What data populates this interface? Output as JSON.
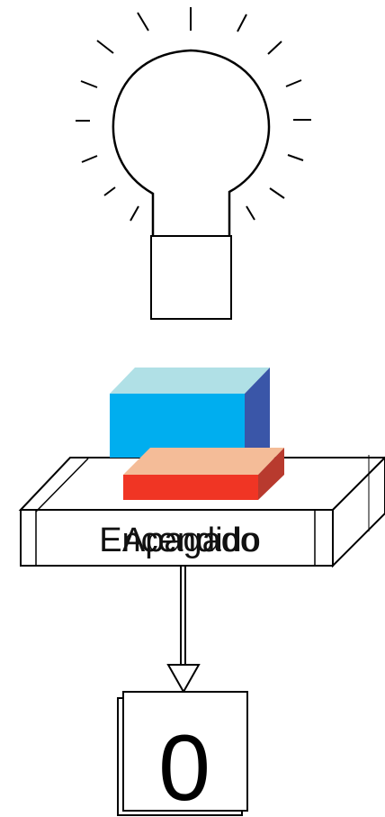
{
  "lamp": {
    "state": "off"
  },
  "switch": {
    "labels": [
      "Encendido",
      "Apagado"
    ]
  },
  "output": {
    "value": "0"
  },
  "colors": {
    "blue_front": "#00aeef",
    "blue_top": "#b0e0e6",
    "blue_side": "#3a56a8",
    "red_front": "#f03524",
    "red_top": "#f4bc98",
    "red_side": "#b83a2e",
    "stroke": "#000000"
  }
}
